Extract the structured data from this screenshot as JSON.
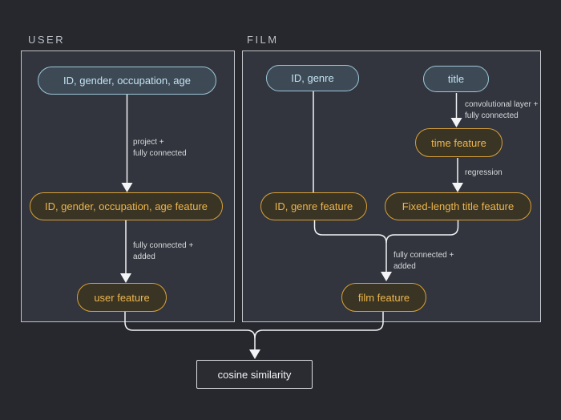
{
  "colors": {
    "background": "#26282e",
    "panel_fill": "#32353d",
    "panel_border": "#c2c4cb",
    "panel_label_text": "#bdc0c7",
    "input_node_fill": "#3d4a55",
    "input_node_border": "#9ec7da",
    "input_node_text": "#c5e2f1",
    "feature_node_fill": "#3a3424",
    "feature_node_border": "#d9a137",
    "feature_node_text": "#edb64d",
    "connector_line": "#f2f4f6",
    "edge_label_text": "#d7d9dd",
    "output_border": "#dcdee3",
    "output_text": "#f2f3f5"
  },
  "panels": {
    "user": {
      "label": "USER"
    },
    "film": {
      "label": "FILM"
    }
  },
  "nodes": {
    "user_input": {
      "label": "ID, gender, occupation, age"
    },
    "user_input_feature": {
      "label": "ID, gender, occupation, age feature"
    },
    "user_feature": {
      "label": "user feature"
    },
    "film_id_genre": {
      "label": "ID, genre"
    },
    "film_title": {
      "label": "title"
    },
    "film_time_feature": {
      "label": "time feature"
    },
    "film_id_genre_feature": {
      "label": "ID, genre feature"
    },
    "film_title_feature": {
      "label": "Fixed-length title feature"
    },
    "film_feature": {
      "label": "film feature"
    }
  },
  "edge_labels": {
    "project_fc": "project +\nfully connected",
    "fc_added_user": "fully connected +\nadded",
    "conv_fc": "convolutional layer +\nfully connected",
    "regression": "regression",
    "fc_added_film": "fully connected +\nadded"
  },
  "output": {
    "label": "cosine similarity"
  }
}
